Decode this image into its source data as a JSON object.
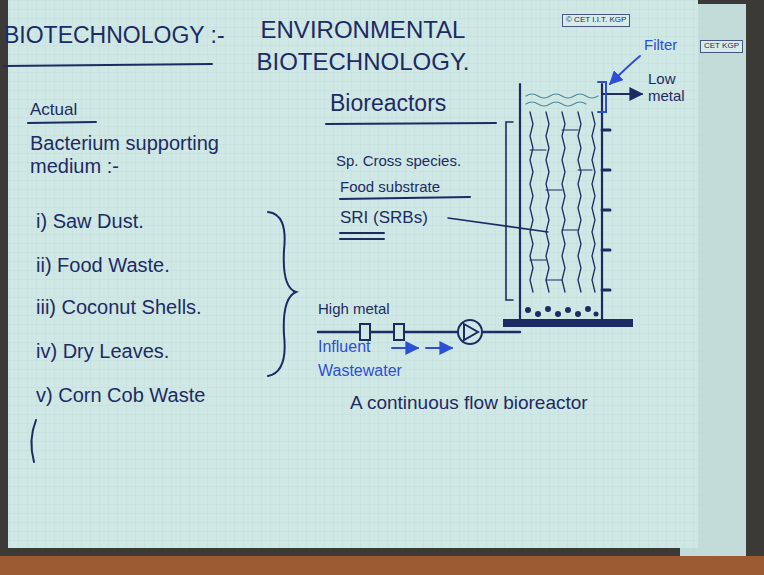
{
  "diagram": {
    "title": "ENVIRONMENTAL BIOTECHNOLOGY.",
    "nodes": [
      {
        "text": [
          "© CET I.I.T. KGP"
        ]
      },
      {
        "text": [
          "CET KGP"
        ]
      }
    ],
    "labels": [
      "BIOTECHNOLOGY :-",
      "Actual",
      "Bacterium supporting medium :-",
      "i) Saw Dust.",
      "ii) Food Waste.",
      "iii) Coconut Shells.",
      "iv) Dry Leaves.",
      "v) Corn Cob Waste",
      "Bioreactors",
      "Filter",
      "Low metal",
      "Sp. Cross species.",
      "Food substrate",
      "SRI (SRBs)",
      "High metal",
      "Influent",
      "Wastewater",
      "A continuous flow bioreactor"
    ]
  }
}
